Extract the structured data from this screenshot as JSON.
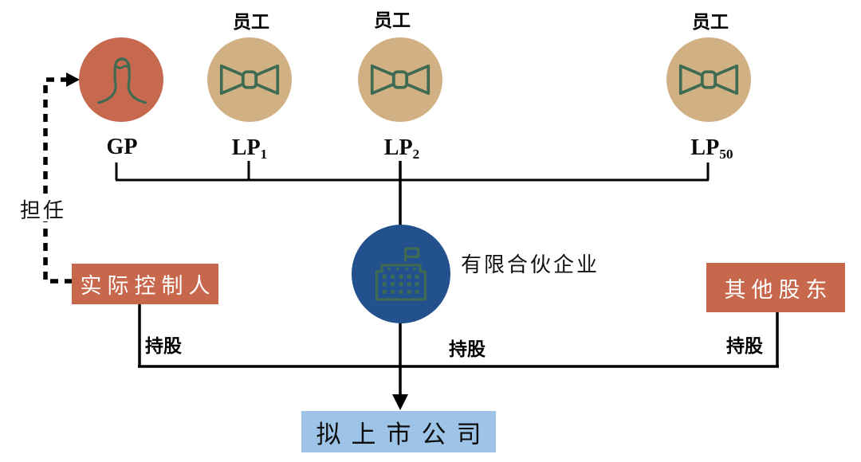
{
  "diagram_title": "employee-shareholding-platform-structure",
  "colors": {
    "accent_orange": "#C7684C",
    "tan": "#D1B183",
    "navy_blue": "#23518D",
    "light_blue": "#9DC3E6",
    "icon_stroke_green": "#3E6B52",
    "line_black": "#000000",
    "background": "#ffffff"
  },
  "top_row": {
    "gp": {
      "label": "GP"
    },
    "lps": [
      {
        "base": "LP",
        "sub": "1",
        "employee_tag": "员工"
      },
      {
        "base": "LP",
        "sub": "2",
        "employee_tag": "员工"
      },
      {
        "base": "LP",
        "sub": "50",
        "employee_tag": "员工"
      }
    ]
  },
  "middle": {
    "serve_as_label": "担任",
    "partnership_label": "有限合伙企业",
    "actual_controller_label": "实际控制人",
    "other_shareholders_label": "其他股东"
  },
  "edges": {
    "holding_left": "持股",
    "holding_center": "持股",
    "holding_right": "持股"
  },
  "bottom": {
    "listed_company_label": "拟上市公司"
  }
}
